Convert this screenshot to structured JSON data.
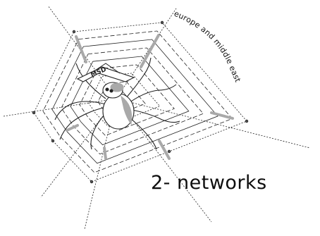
{
  "caption": "2- networks",
  "arc_label": "europe and middle east",
  "hat_label": "MSD",
  "colors": {
    "background": "#ffffff",
    "ink": "#222222",
    "shade": "#a9a9a9"
  },
  "icons": [
    "spider-icon",
    "hat-icon",
    "spider-web-icon"
  ]
}
